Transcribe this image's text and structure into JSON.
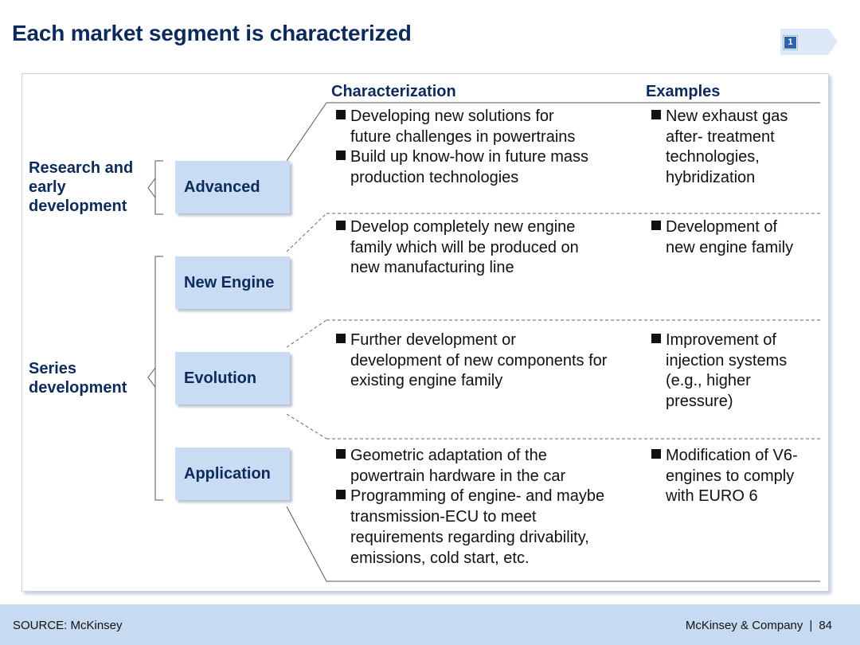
{
  "title": "Each market segment is characterized",
  "tracker": {
    "number": "1"
  },
  "columns": {
    "characterization": "Characterization",
    "examples": "Examples"
  },
  "groups": {
    "research": "Research and early development",
    "series": "Series development"
  },
  "rows": [
    {
      "label": "Advanced",
      "characterization": [
        "Developing new solutions for future challenges in powertrains",
        "Build up know-how in future mass production technologies"
      ],
      "examples": [
        "New exhaust gas after- treatment technologies, hybridization"
      ]
    },
    {
      "label": "New Engine",
      "characterization": [
        "Develop completely new engine family which will be produced on new manufacturing line"
      ],
      "examples": [
        "Development of new engine family"
      ]
    },
    {
      "label": "Evolution",
      "characterization": [
        "Further development or development of new components for existing engine family"
      ],
      "examples": [
        "Improvement of injection systems (e.g., higher pressure)"
      ]
    },
    {
      "label": "Application",
      "characterization": [
        "Geometric adaptation of the powertrain hardware in the car",
        "Programming of engine- and maybe transmission-ECU to meet requirements regarding drivability, emissions, cold start, etc."
      ],
      "examples": [
        "Modification of V6-engines to comply with EURO 6"
      ]
    }
  ],
  "footer": {
    "source": "SOURCE: McKinsey",
    "company": "McKinsey & Company",
    "page": "84"
  },
  "colors": {
    "navy": "#0d2a5c",
    "box": "#c8dcf3",
    "footer": "#c6dbf2",
    "accent": "#2f64ad"
  }
}
